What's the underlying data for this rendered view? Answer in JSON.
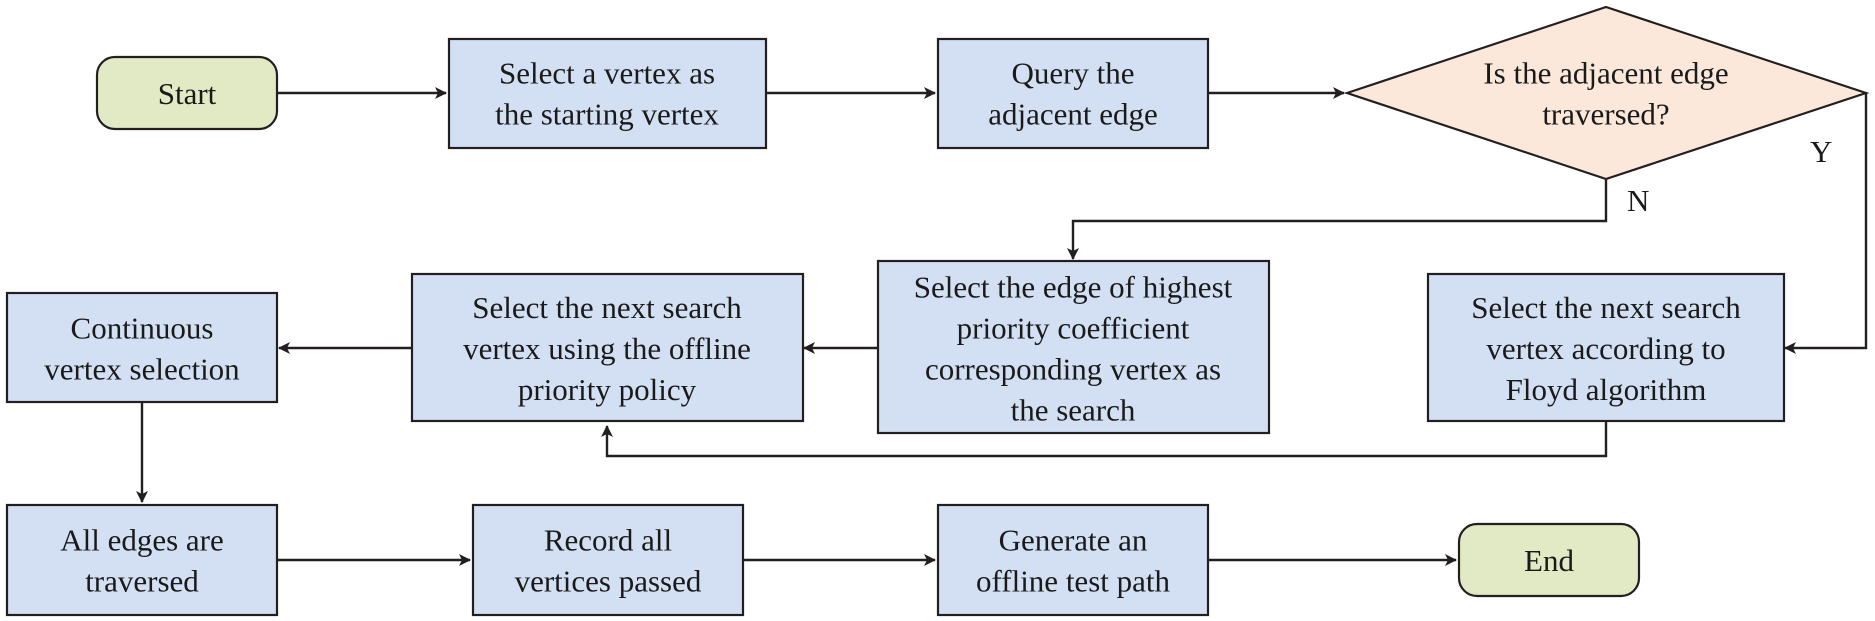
{
  "colors": {
    "process_fill": "#d3e0f3",
    "terminal_fill": "#e1eac4",
    "decision_fill": "#fbe8da",
    "stroke": "#231f20"
  },
  "nodes": {
    "start": {
      "lines": [
        "Start"
      ]
    },
    "select_vertex": {
      "lines": [
        "Select a vertex as",
        "the starting vertex"
      ]
    },
    "query_edge": {
      "lines": [
        "Query the",
        "adjacent edge"
      ]
    },
    "decision": {
      "lines": [
        "Is the adjacent edge",
        "traversed?"
      ]
    },
    "floyd": {
      "lines": [
        "Select the next search",
        "vertex according to",
        "Floyd algorithm"
      ]
    },
    "highest_priority": {
      "lines": [
        "Select the edge of highest",
        "priority coefficient",
        "corresponding vertex as",
        "the search"
      ]
    },
    "offline_policy": {
      "lines": [
        "Select the next search",
        "vertex using the offline",
        "priority policy"
      ]
    },
    "continuous": {
      "lines": [
        "Continuous",
        "vertex selection"
      ]
    },
    "all_edges": {
      "lines": [
        "All edges are",
        "traversed"
      ]
    },
    "record": {
      "lines": [
        "Record all",
        "vertices passed"
      ]
    },
    "generate": {
      "lines": [
        "Generate an",
        "offline test path"
      ]
    },
    "end": {
      "lines": [
        "End"
      ]
    }
  },
  "edge_labels": {
    "yes": "Y",
    "no": "N"
  }
}
